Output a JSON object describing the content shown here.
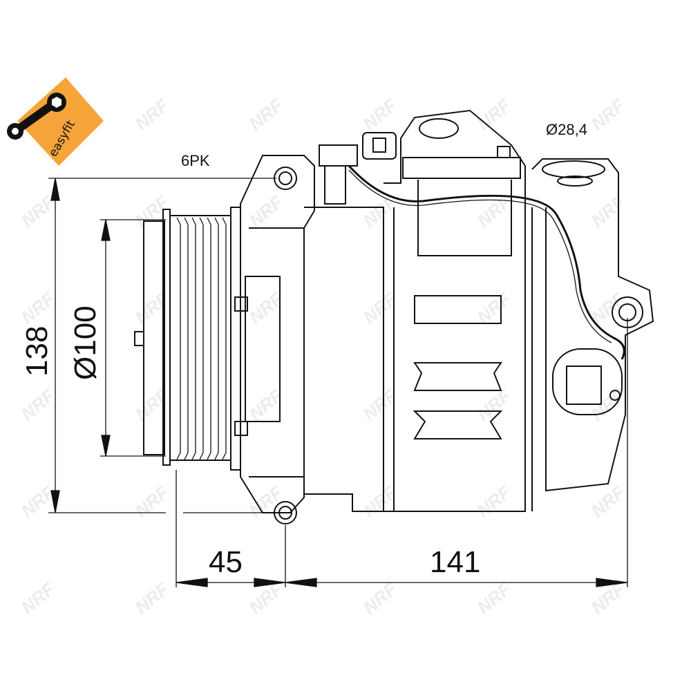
{
  "logo": {
    "text": "easyfit",
    "color": "#f5a43a"
  },
  "watermark": {
    "text": "NRF"
  },
  "labels": {
    "belt": "6PK",
    "port_diameter": "Ø28,4",
    "height": "138",
    "pulley_diameter": "Ø100",
    "pulley_offset": "45",
    "body_length": "141"
  }
}
